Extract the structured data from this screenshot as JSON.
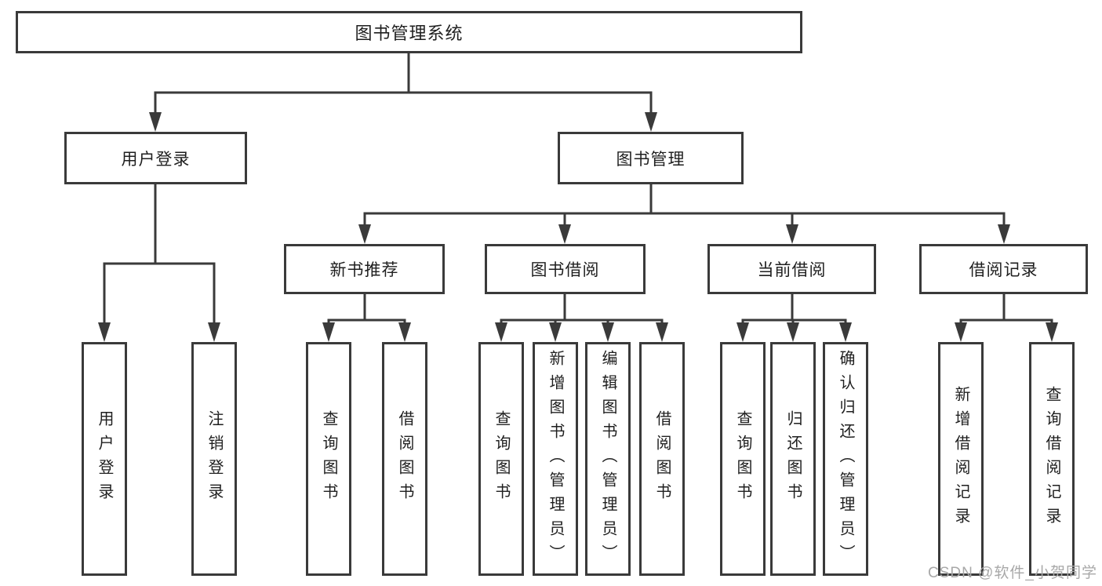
{
  "diagram": {
    "root": {
      "label": "图书管理系统"
    },
    "branches": [
      {
        "label": "用户登录",
        "children": [
          {
            "label": "用户登录"
          },
          {
            "label": "注销登录"
          }
        ]
      },
      {
        "label": "图书管理",
        "children": [
          {
            "label": "新书推荐",
            "children": [
              {
                "label": "查询图书"
              },
              {
                "label": "借阅图书"
              }
            ]
          },
          {
            "label": "图书借阅",
            "children": [
              {
                "label": "查询图书"
              },
              {
                "label": "新增图书（管理员）"
              },
              {
                "label": "编辑图书（管理员）"
              },
              {
                "label": "借阅图书"
              }
            ]
          },
          {
            "label": "当前借阅",
            "children": [
              {
                "label": "查询图书"
              },
              {
                "label": "归还图书"
              },
              {
                "label": "确认归还（管理员）"
              }
            ]
          },
          {
            "label": "借阅记录",
            "children": [
              {
                "label": "新增借阅记录"
              },
              {
                "label": "查询借阅记录"
              }
            ]
          }
        ]
      }
    ],
    "watermark": "CSDN @软件_小贺同学",
    "colors": {
      "line": "#3a3a3a",
      "text": "#1f1f1f",
      "watermark": "#a8a8a8",
      "background": "#ffffff"
    }
  }
}
